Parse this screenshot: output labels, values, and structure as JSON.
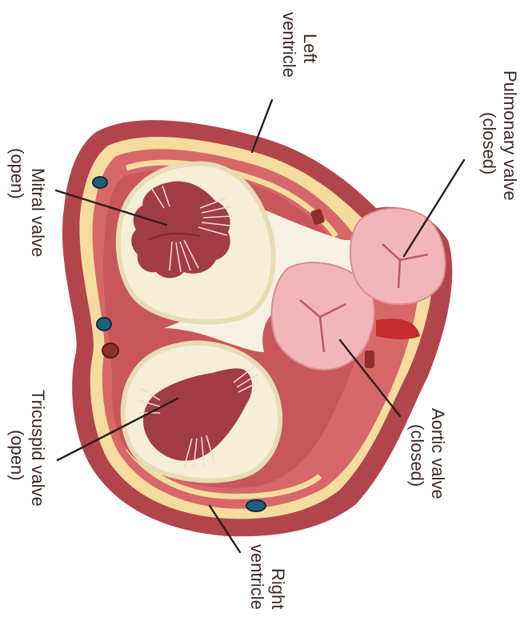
{
  "labels": {
    "left_ventricle": [
      "Left",
      "ventricle"
    ],
    "pulmonary_valve": [
      "Pulmonary valve",
      "(closed)"
    ],
    "mitral_valve": [
      "Mitral valve",
      "(open)"
    ],
    "tricuspid_valve": [
      "Tricuspid valve",
      "(open)"
    ],
    "aortic_valve": [
      "Aortic valve",
      "(closed)"
    ],
    "right_ventricle": [
      "Right",
      "ventricle"
    ]
  },
  "colors": {
    "outer_muscle": "#b2454c",
    "mid_muscle": "#d66869",
    "fat_layer": "#f5dc9e",
    "cream_fill": "#f4efd6",
    "cream_ring": "#e8e0b9",
    "valve_tissue": "#a13c45",
    "valve_cusp": "#f3b6b8",
    "vessel_blue": "#1f5f7a",
    "vessel_red": "#8f2e2e"
  }
}
